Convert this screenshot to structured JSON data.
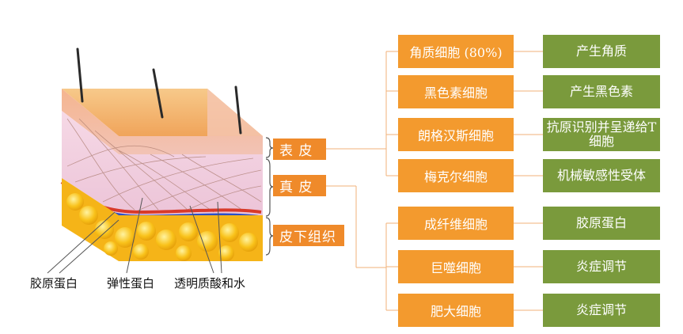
{
  "layers": [
    {
      "label": "表 皮"
    },
    {
      "label": "真 皮"
    },
    {
      "label": "皮下组织"
    }
  ],
  "fiber_labels": [
    "胶原蛋白",
    "弹性蛋白",
    "透明质酸和水"
  ],
  "cells": [
    {
      "name": "角质细胞 (80%)",
      "function": "产生角质"
    },
    {
      "name": "黑色素细胞",
      "function": "产生黑色素"
    },
    {
      "name": "朗格汉斯细胞",
      "function": "抗原识别并呈递给T细胞"
    },
    {
      "name": "梅克尔细胞",
      "function": "机械敏感性受体"
    },
    {
      "name": "成纤维细胞",
      "function": "胶原蛋白"
    },
    {
      "name": "巨噬细胞",
      "function": "炎症调节"
    },
    {
      "name": "肥大细胞",
      "function": "炎症调节"
    }
  ],
  "colors": {
    "orange_box": "#f39a2e",
    "green_box": "#7a9a3c",
    "layer_label": "#ef8a2a",
    "connector": "#f2b27a"
  }
}
